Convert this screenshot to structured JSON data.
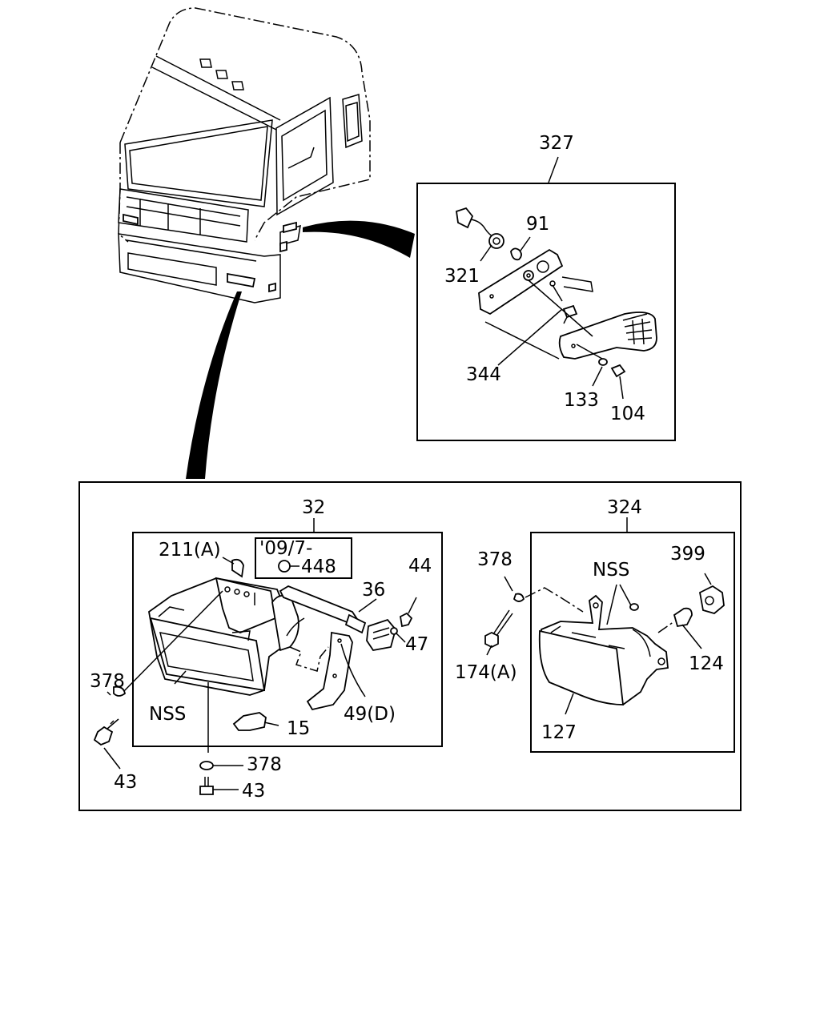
{
  "callouts": {
    "c327": "327",
    "c91": "91",
    "c321": "321",
    "c344": "344",
    "c133": "133",
    "c104": "104",
    "c32": "32",
    "c324": "324",
    "c211": "211(A)",
    "c09": "'09/7-",
    "c448": "448",
    "c36": "36",
    "c44": "44",
    "c47": "47",
    "c378a": "378",
    "c378b": "378",
    "c378c": "378",
    "cNSS1": "NSS",
    "cNSS2": "NSS",
    "c15": "15",
    "c49": "49(D)",
    "c43a": "43",
    "c43b": "43",
    "c399": "399",
    "c174": "174(A)",
    "c124": "124",
    "c127": "127"
  }
}
